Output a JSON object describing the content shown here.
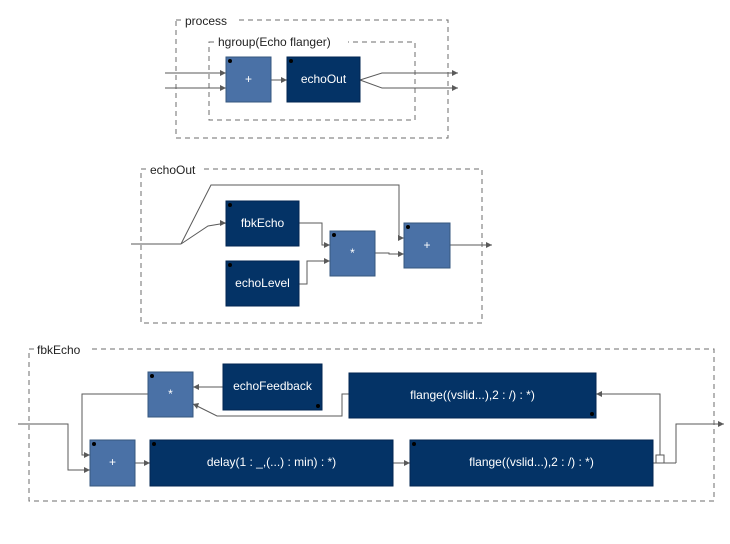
{
  "groups": {
    "process": "process",
    "hgroup": "hgroup(Echo flanger)",
    "echoOut": "echoOut",
    "fbkEcho": "fbkEcho"
  },
  "blocks": {
    "p_plus": "+",
    "p_echoOut": "echoOut",
    "e_fbkEcho": "fbkEcho",
    "e_echoLevel": "echoLevel",
    "e_mul": "*",
    "e_plus": "+",
    "f_mul": "*",
    "f_echoFeedback": "echoFeedback",
    "f_flange_top": "flange((vslid...),2 : /) : *)",
    "f_plus": "+",
    "f_delay": "delay(1 : _,(...) : min) : *)",
    "f_flange_bottom": "flange((vslid...),2 : /) : *)"
  },
  "colors": {
    "light_block": "#4a71a6",
    "dark_block": "#043366",
    "wire": "#5a5a5a",
    "group_border": "#6e6e6e"
  }
}
